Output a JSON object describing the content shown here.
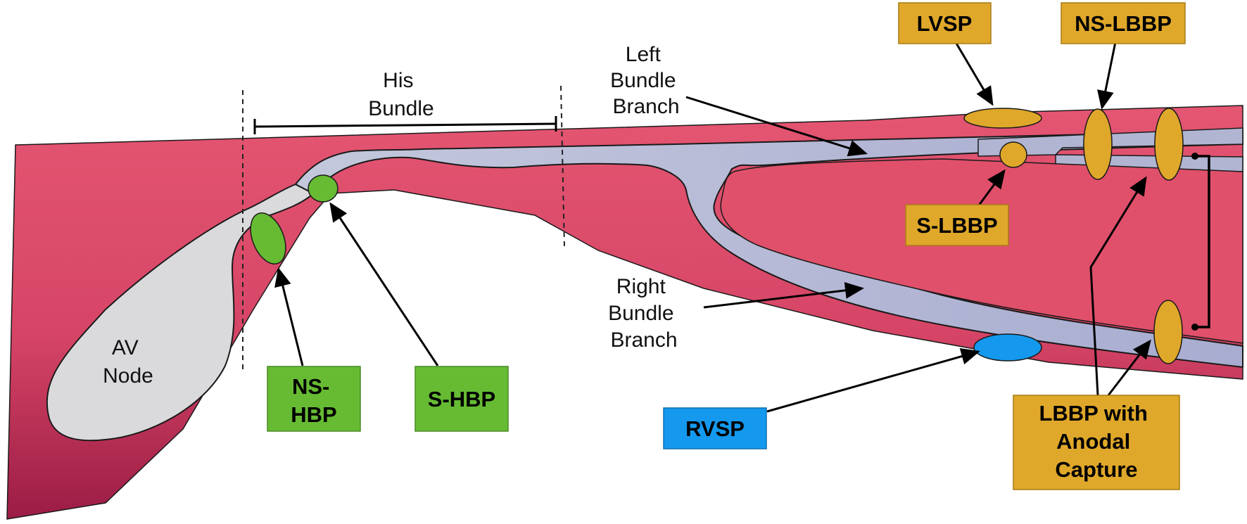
{
  "colors": {
    "myocardium": "#e0506b",
    "myocardium_dark": "#9b1c45",
    "conduction": "#b8bdd6",
    "av_node": "#dadadd",
    "his_pacing": "#66bb33",
    "lb_pacing": "#e0a82a",
    "rv_pacing": "#1499ee"
  },
  "regions": {
    "av_node": [
      "AV",
      "Node"
    ],
    "his_bundle": [
      "His",
      "Bundle"
    ],
    "left_bundle_branch": [
      "Left",
      "Bundle",
      "Branch"
    ],
    "right_bundle_branch": [
      "Right",
      "Bundle",
      "Branch"
    ]
  },
  "pacing_sites": {
    "ns_hbp": [
      "NS-",
      "HBP"
    ],
    "s_hbp": [
      "S-HBP"
    ],
    "rvsp": [
      "RVSP"
    ],
    "lvsp": [
      "LVSP"
    ],
    "ns_lbbp": [
      "NS-LBBP"
    ],
    "s_lbbp": [
      "S-LBBP"
    ],
    "lbbp_anodal": [
      "LBBP with",
      "Anodal",
      "Capture"
    ]
  }
}
